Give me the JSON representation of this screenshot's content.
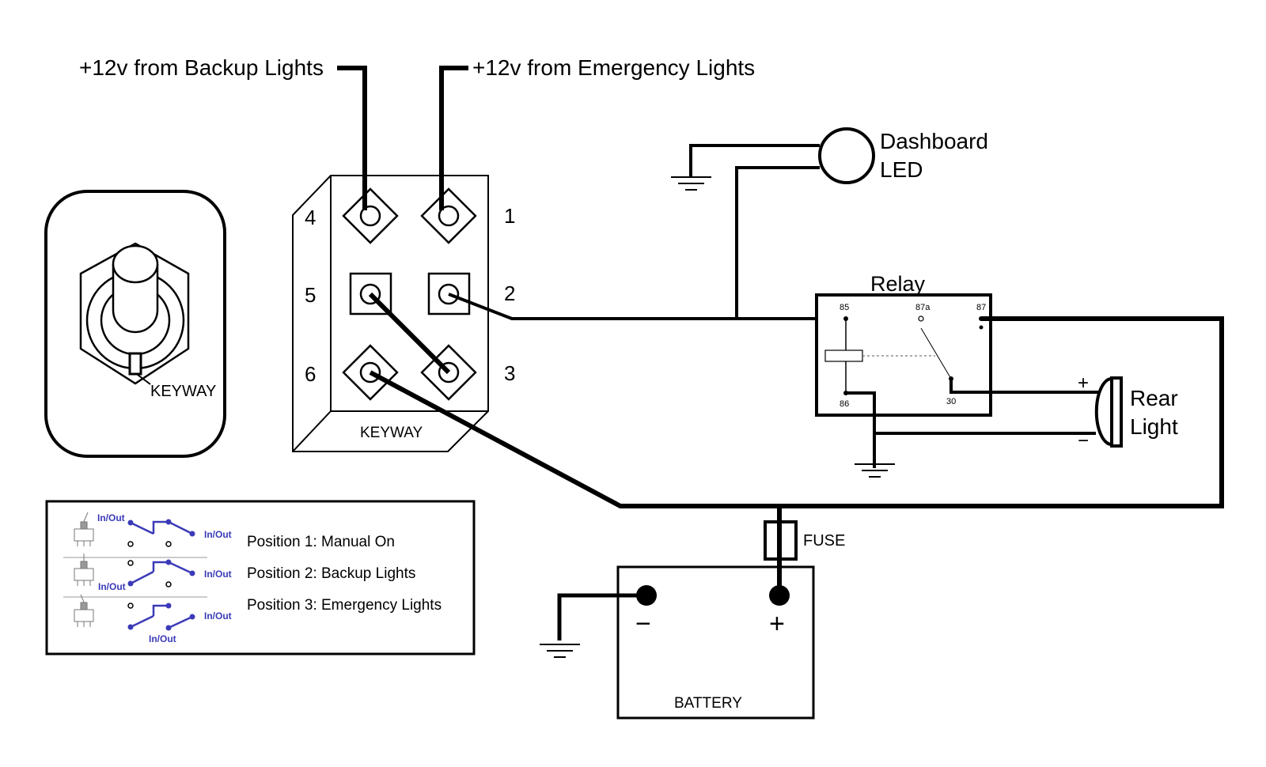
{
  "labels": {
    "backup_lights": "+12v from Backup Lights",
    "emergency_lights": "+12v from Emergency Lights",
    "dashboard_line1": "Dashboard",
    "dashboard_line2": "LED",
    "relay": "Relay",
    "rear_line1": "Rear",
    "rear_line2": "Light",
    "plus": "+",
    "minus": "−",
    "keyway": "KEYWAY",
    "fuse": "FUSE",
    "battery": "BATTERY",
    "battery_minus": "−",
    "battery_plus": "+"
  },
  "switch_pins": {
    "p1": "1",
    "p2": "2",
    "p3": "3",
    "p4": "4",
    "p5": "5",
    "p6": "6"
  },
  "relay_pins": {
    "p85": "85",
    "p86": "86",
    "p87a": "87a",
    "p87": "87",
    "p30": "30"
  },
  "legend": {
    "in_out": "In/Out",
    "positions": [
      "Position 1: Manual On",
      "Position 2: Backup Lights",
      "Position 3: Emergency Lights"
    ]
  },
  "colors": {
    "line": "#000000",
    "legend_blue": "#3a3ab8"
  }
}
